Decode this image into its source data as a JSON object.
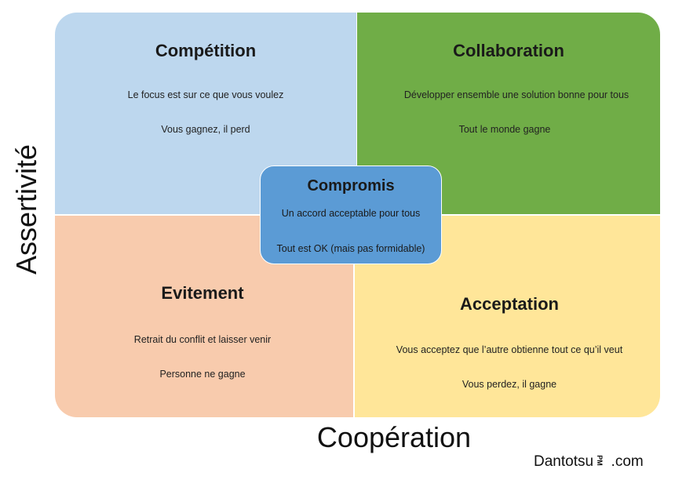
{
  "quadrants": {
    "competition": {
      "title": "Compétition",
      "line1": "Le focus est sur ce que vous voulez",
      "line2": "Vous gagnez, il perd",
      "color": "#bdd7ee"
    },
    "collaboration": {
      "title": "Collaboration",
      "line1": "Développer ensemble une solution bonne pour tous",
      "line2": "Tout le monde gagne",
      "color": "#70ad47"
    },
    "evitement": {
      "title": "Evitement",
      "line1": "Retrait du conflit et laisser venir",
      "line2": "Personne ne gagne",
      "color": "#f8cbad"
    },
    "acceptation": {
      "title": "Acceptation",
      "line1": "Vous acceptez que l’autre obtienne tout ce qu’il veut",
      "line2": "Vous perdez, il gagne",
      "color": "#ffe699"
    }
  },
  "center": {
    "title": "Compromis",
    "line1": "Un accord acceptable pour tous",
    "line2": "Tout est OK (mais pas formidable)",
    "color": "#5b9bd5"
  },
  "axes": {
    "y_label": "Assertivité",
    "x_label": "Coopération"
  },
  "logo": {
    "name": "Dantotsu",
    "sub": "PM",
    "suffix": ".com"
  }
}
